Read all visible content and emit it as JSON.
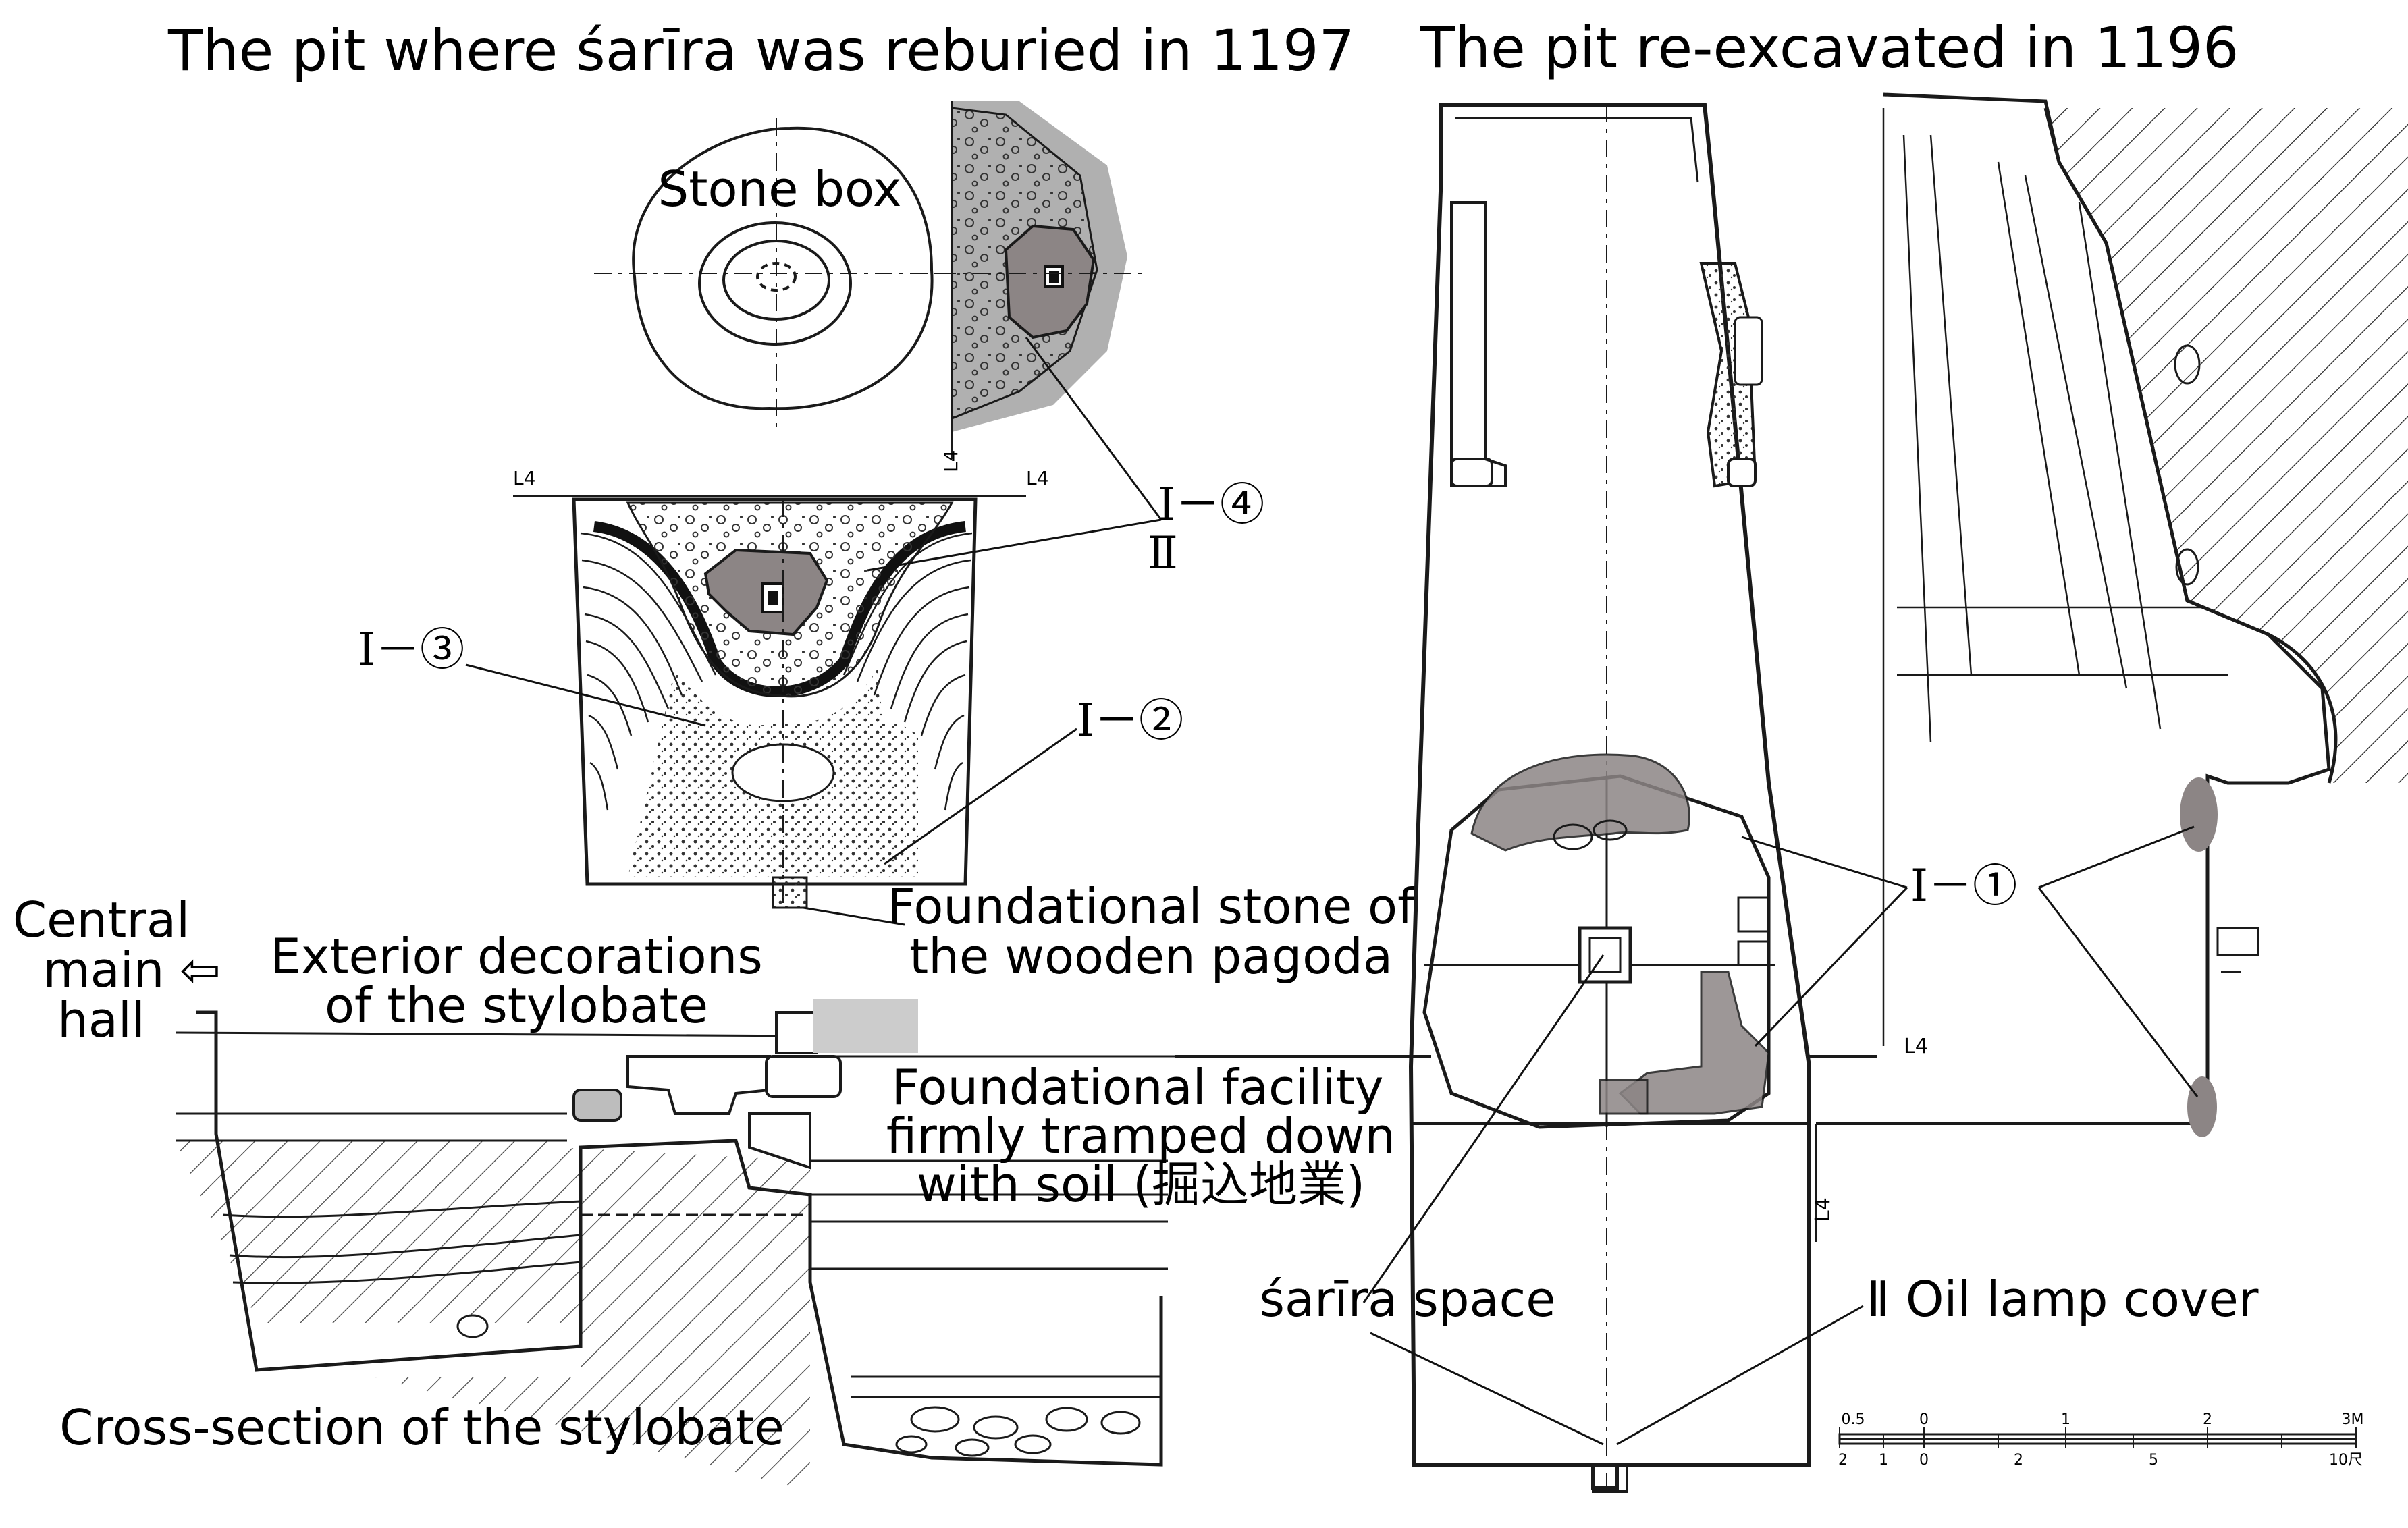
{
  "titles": {
    "left": "The pit where śarīra was reburied in 1197",
    "right": "The pit re-excavated in 1196"
  },
  "labels": {
    "stone_box": "Stone box",
    "central_main_hall": [
      "Central",
      "main ⇦",
      "hall"
    ],
    "exterior_decorations": [
      "Exterior decorations",
      "of the stylobate"
    ],
    "foundational_stone": [
      "Foundational stone of",
      "the wooden pagoda"
    ],
    "foundational_facility": [
      "Foundational facility",
      "firmly tramped down",
      "with soil (掘込地業)"
    ],
    "cross_section": "Cross-section of the stylobate",
    "sarira_space": "śarīra space",
    "oil_lamp_cover": "Ⅱ Oil lamp cover"
  },
  "layer_labels": {
    "i4": "Ⅰ－④",
    "ii": "Ⅱ",
    "i3": "Ⅰ－③",
    "i2": "Ⅰ－②",
    "i1": "Ⅰ－①"
  },
  "drawing_marks": {
    "level_left_a": "L4",
    "level_left_b": "L4",
    "level_vertical": "L4",
    "level_right": "L4",
    "level_right_lower": "L4"
  },
  "scale_bar": {
    "top_ticks": [
      "0.5",
      "0",
      "1",
      "2",
      "3M"
    ],
    "bottom_ticks": [
      "2",
      "1",
      "0",
      "2",
      "5",
      "10尺"
    ]
  },
  "colors": {
    "ink": "#1a1a1a",
    "highlight": "#8c8585",
    "stipple": "#555555"
  }
}
